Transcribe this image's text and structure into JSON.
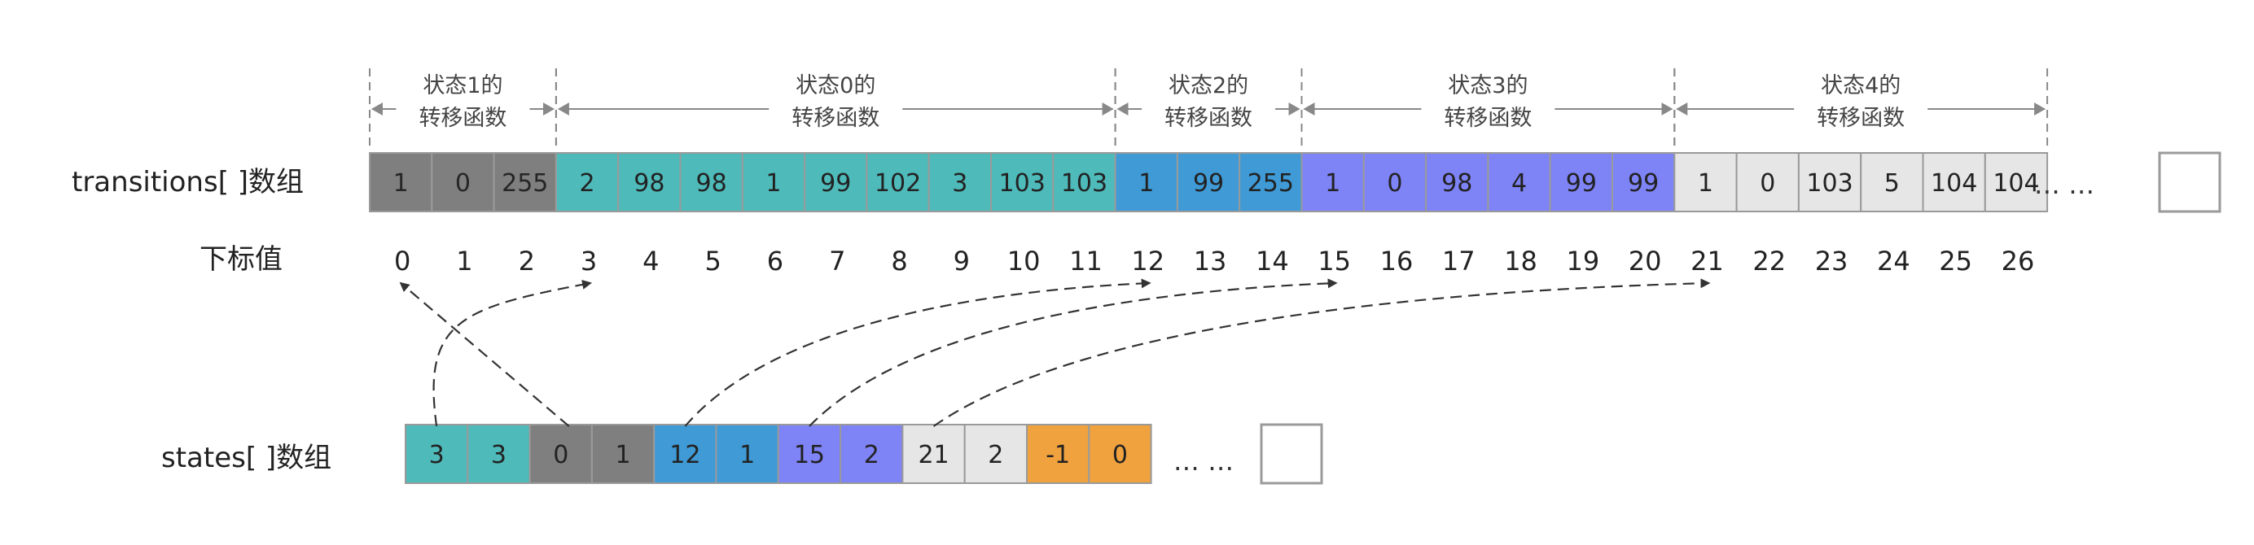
{
  "colors": {
    "state1": "#7f7f7f",
    "state0": "#4fbaba",
    "state2": "#3f9ad6",
    "state3": "#7e83f5",
    "state4": "#e6e6e6",
    "orange": "#f0a23e",
    "border": "#9a9a9a",
    "text": "#333333",
    "bracket": "#888888",
    "arrow": "#333333"
  },
  "transitions": {
    "label": "transitions[ ]数组",
    "cells": [
      {
        "value": "1",
        "color": "state1"
      },
      {
        "value": "0",
        "color": "state1"
      },
      {
        "value": "255",
        "color": "state1"
      },
      {
        "value": "2",
        "color": "state0"
      },
      {
        "value": "98",
        "color": "state0"
      },
      {
        "value": "98",
        "color": "state0"
      },
      {
        "value": "1",
        "color": "state0"
      },
      {
        "value": "99",
        "color": "state0"
      },
      {
        "value": "102",
        "color": "state0"
      },
      {
        "value": "3",
        "color": "state0"
      },
      {
        "value": "103",
        "color": "state0"
      },
      {
        "value": "103",
        "color": "state0"
      },
      {
        "value": "1",
        "color": "state2"
      },
      {
        "value": "99",
        "color": "state2"
      },
      {
        "value": "255",
        "color": "state2"
      },
      {
        "value": "1",
        "color": "state3"
      },
      {
        "value": "0",
        "color": "state3"
      },
      {
        "value": "98",
        "color": "state3"
      },
      {
        "value": "4",
        "color": "state3"
      },
      {
        "value": "99",
        "color": "state3"
      },
      {
        "value": "99",
        "color": "state3"
      },
      {
        "value": "1",
        "color": "state4"
      },
      {
        "value": "0",
        "color": "state4"
      },
      {
        "value": "103",
        "color": "state4"
      },
      {
        "value": "5",
        "color": "state4"
      },
      {
        "value": "104",
        "color": "state4"
      },
      {
        "value": "104",
        "color": "state4"
      }
    ],
    "ellipsis": "… …"
  },
  "index_row": {
    "label": "下标值",
    "indices": [
      "0",
      "1",
      "2",
      "3",
      "4",
      "5",
      "6",
      "7",
      "8",
      "9",
      "10",
      "11",
      "12",
      "13",
      "14",
      "15",
      "16",
      "17",
      "18",
      "19",
      "20",
      "21",
      "22",
      "23",
      "24",
      "25",
      "26"
    ]
  },
  "groups": [
    {
      "line1": "状态1的",
      "line2": "转移函数",
      "start": 0,
      "end": 3
    },
    {
      "line1": "状态0的",
      "line2": "转移函数",
      "start": 3,
      "end": 12
    },
    {
      "line1": "状态2的",
      "line2": "转移函数",
      "start": 12,
      "end": 15
    },
    {
      "line1": "状态3的",
      "line2": "转移函数",
      "start": 15,
      "end": 21
    },
    {
      "line1": "状态4的",
      "line2": "转移函数",
      "start": 21,
      "end": 27
    }
  ],
  "states": {
    "label": "states[ ]数组",
    "cells": [
      {
        "value": "3",
        "color": "state0"
      },
      {
        "value": "3",
        "color": "state0"
      },
      {
        "value": "0",
        "color": "state1"
      },
      {
        "value": "1",
        "color": "state1"
      },
      {
        "value": "12",
        "color": "state2"
      },
      {
        "value": "1",
        "color": "state2"
      },
      {
        "value": "15",
        "color": "state3"
      },
      {
        "value": "2",
        "color": "state3"
      },
      {
        "value": "21",
        "color": "state4"
      },
      {
        "value": "2",
        "color": "state4"
      },
      {
        "value": "-1",
        "color": "orange"
      },
      {
        "value": "0",
        "color": "orange"
      }
    ],
    "ellipsis": "… …"
  },
  "pointers": [
    {
      "from_state_cell": 0,
      "to_index": 3
    },
    {
      "from_state_cell": 2,
      "to_index": 0
    },
    {
      "from_state_cell": 4,
      "to_index": 12
    },
    {
      "from_state_cell": 6,
      "to_index": 15
    },
    {
      "from_state_cell": 8,
      "to_index": 21
    }
  ]
}
